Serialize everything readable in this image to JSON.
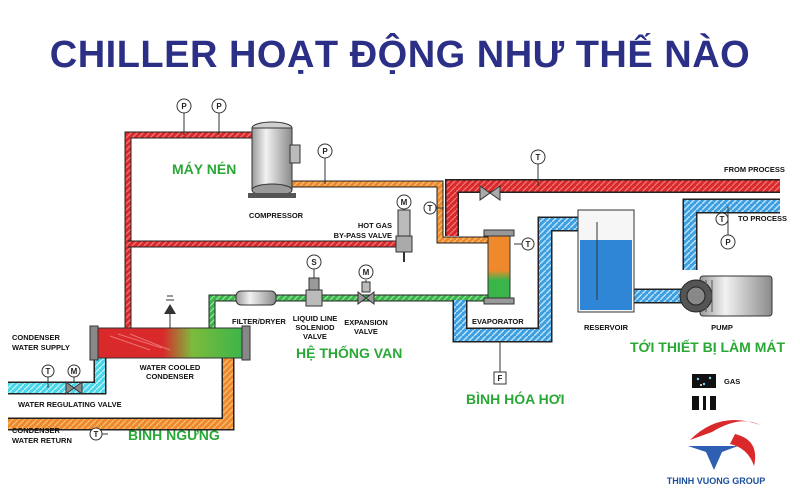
{
  "title": "CHILLER HOẠT ĐỘNG NHƯ THẾ NÀO",
  "labels": {
    "may_nen": "MÁY NÉN",
    "compressor": "COMPRESSOR",
    "hot_gas_1": "HOT GAS",
    "hot_gas_2": "BY-PASS VALVE",
    "from_process": "FROM PROCESS",
    "to_process": "TO PROCESS",
    "filter": "FILTER/DRYER",
    "liquid_1": "LIQUID LINE",
    "liquid_2": "SOLENIOD",
    "liquid_3": "VALVE",
    "exp_1": "EXPANSION",
    "exp_2": "VALVE",
    "evaporator": "EVAPORATOR",
    "reservoir": "RESERVOIR",
    "pump": "PUMP",
    "toi_thiet_bi": "TỚI THIẾT BỊ LÀM MÁT",
    "cond_supply_1": "CONDENSER",
    "cond_supply_2": "WATER SUPPLY",
    "wcc_1": "WATER COOLED",
    "wcc_2": "CONDENSER",
    "he_thong_van": "HỆ THỐNG VAN",
    "wrv": "WATER REGULATING VALVE",
    "cond_return_1": "CONDENSER",
    "cond_return_2": "WATER RETURN",
    "binh_ngung": "BÌNH NGƯNG",
    "binh_hoa_hoi": "BÌNH HÓA HƠI",
    "gas": "GAS",
    "brand": "THINH VUONG GROUP"
  },
  "gauges": {
    "p": "P",
    "t": "T",
    "m": "M",
    "s": "S",
    "f": "F"
  },
  "colors": {
    "title": "#2b2f86",
    "hot_gas": "#d9292b",
    "warm_line": "#ee8a2b",
    "liquid_line": "#39b54a",
    "water_line": "#3d9fe0",
    "supply_line": "#49d6e8",
    "label_green": "#2aa836"
  },
  "icons": [
    "pressure-gauge-icon",
    "temperature-gauge-icon",
    "motor-icon",
    "solenoid-icon",
    "flow-switch-icon",
    "gas-legend-icon",
    "liquid-legend-icon",
    "brand-logo-icon"
  ]
}
